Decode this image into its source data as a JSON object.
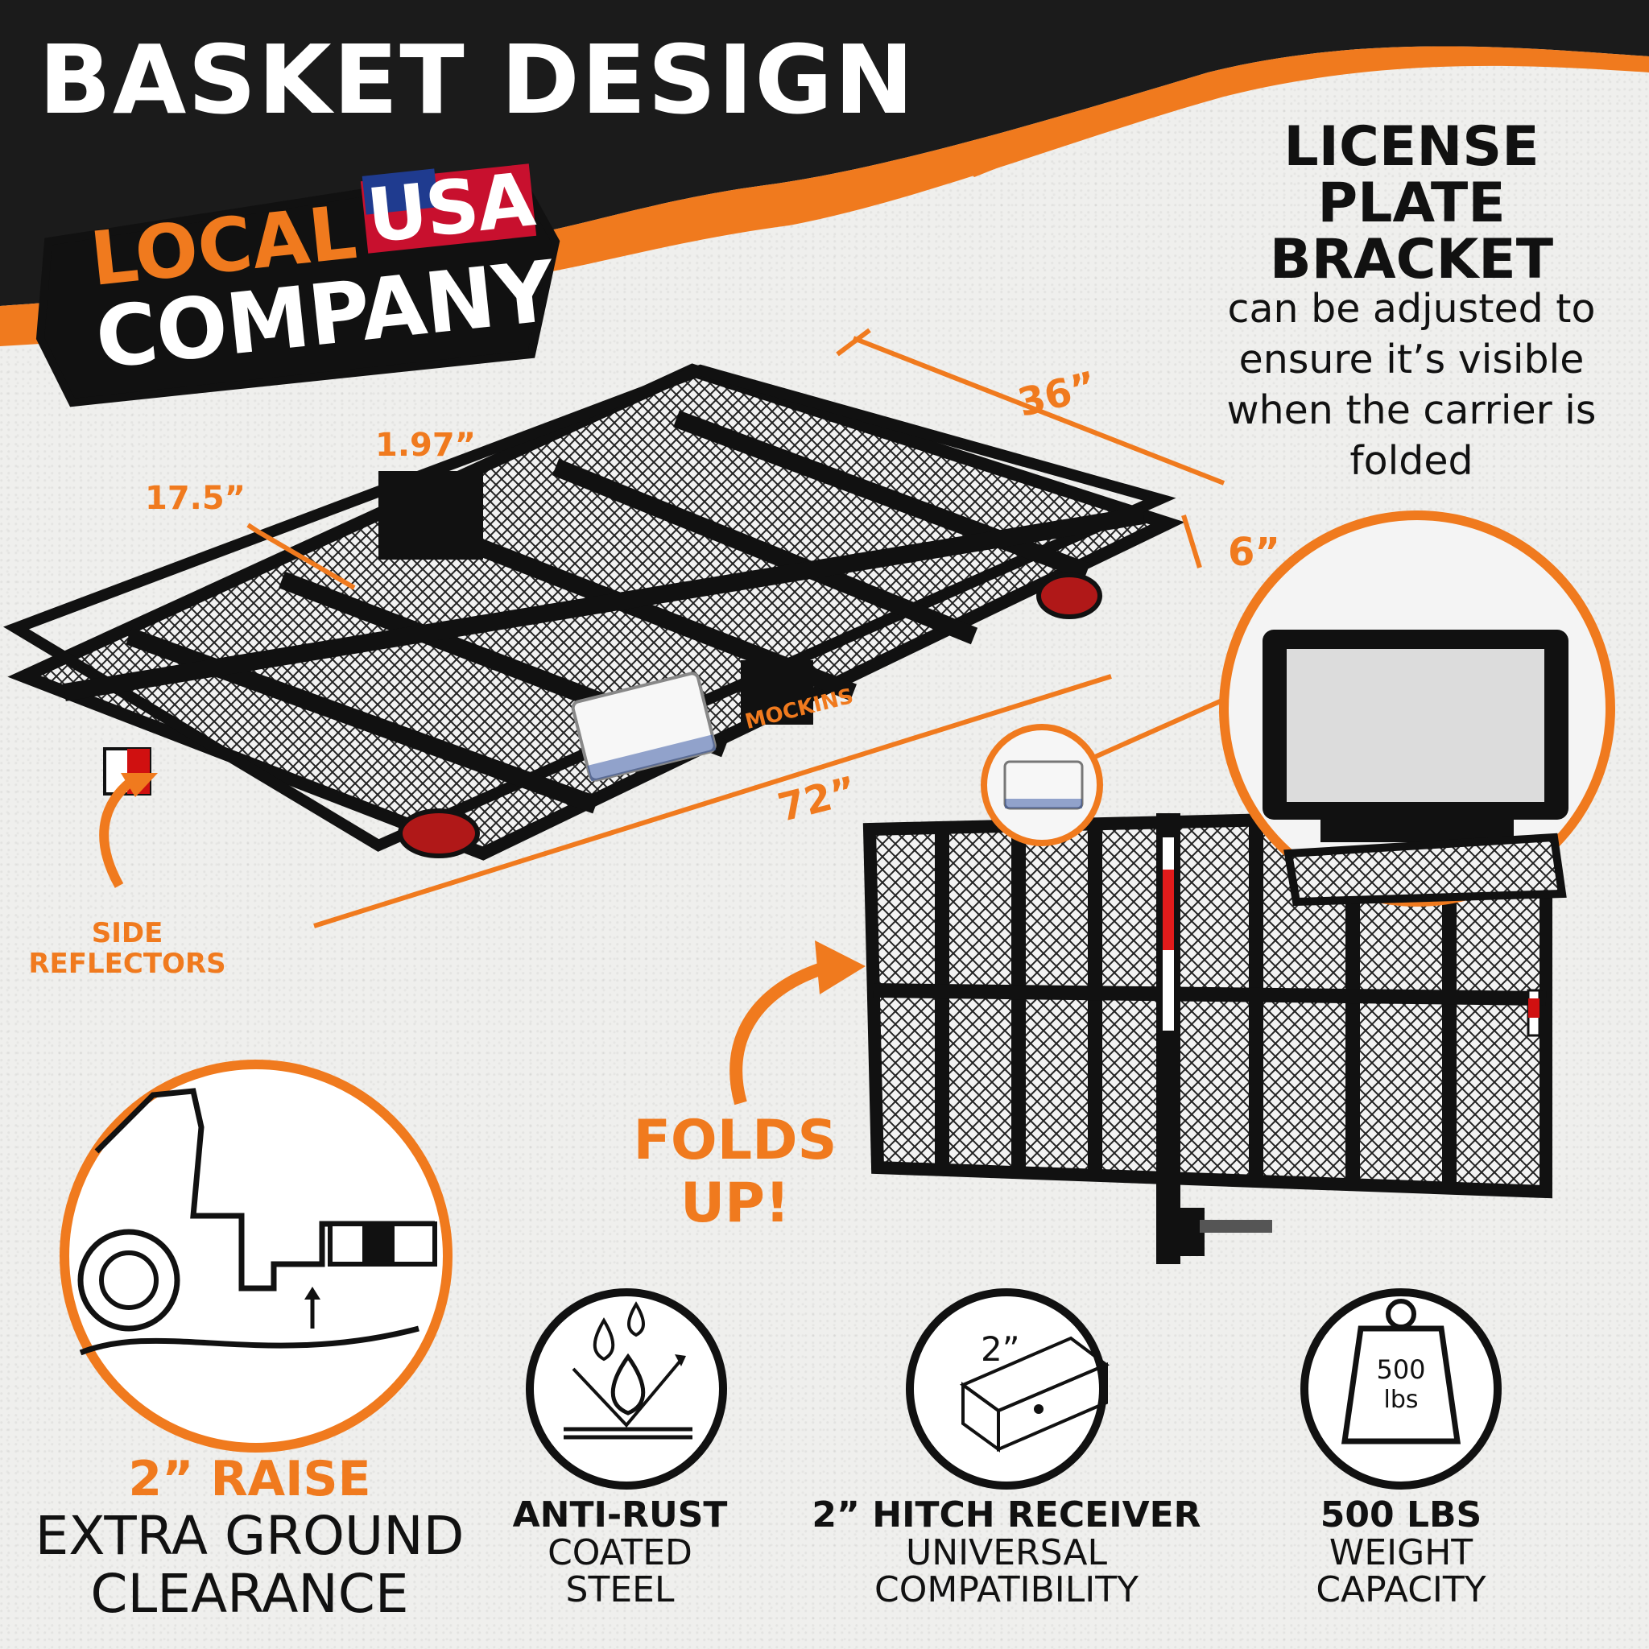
{
  "title": "BASKET DESIGN",
  "badge": {
    "line1": "LOCAL",
    "line2": "USA",
    "line3": "COMPANY"
  },
  "license": {
    "heading": "LICENSE PLATE BRACKET",
    "body": "can be adjusted to ensure it’s visible when the carrier is folded"
  },
  "dimensions": {
    "depth": "17.5”",
    "tube": "1.97”",
    "width": "36”",
    "height": "6”",
    "length": "72”"
  },
  "brand_mark": "MOCKINS",
  "side_reflectors": "SIDE REFLECTORS",
  "folds_up": "FOLDS UP!",
  "features": {
    "raise": {
      "title": "2” RAISE",
      "sub": "EXTRA GROUND CLEARANCE"
    },
    "rust": {
      "title": "ANTI-RUST",
      "sub": "COATED STEEL"
    },
    "hitch": {
      "title": "2” HITCH RECEIVER",
      "sub": "UNIVERSAL COMPATIBILITY",
      "icon_label": "2”"
    },
    "weight": {
      "title": "500 LBS",
      "sub": "WEIGHT CAPACITY",
      "icon_num": "500",
      "icon_unit": "lbs"
    }
  },
  "icons": {
    "rust": "water-drops-icon",
    "hitch": "square-tube-icon",
    "weight": "weight-icon",
    "raise": "vehicle-clearance-icon",
    "arrow": "curved-arrow-icon"
  },
  "colors": {
    "accent": "#f07a1e",
    "dark": "#1b1b1b",
    "background": "#efefed",
    "usa_blue": "#1f3b8f",
    "usa_red": "#c8102e"
  }
}
